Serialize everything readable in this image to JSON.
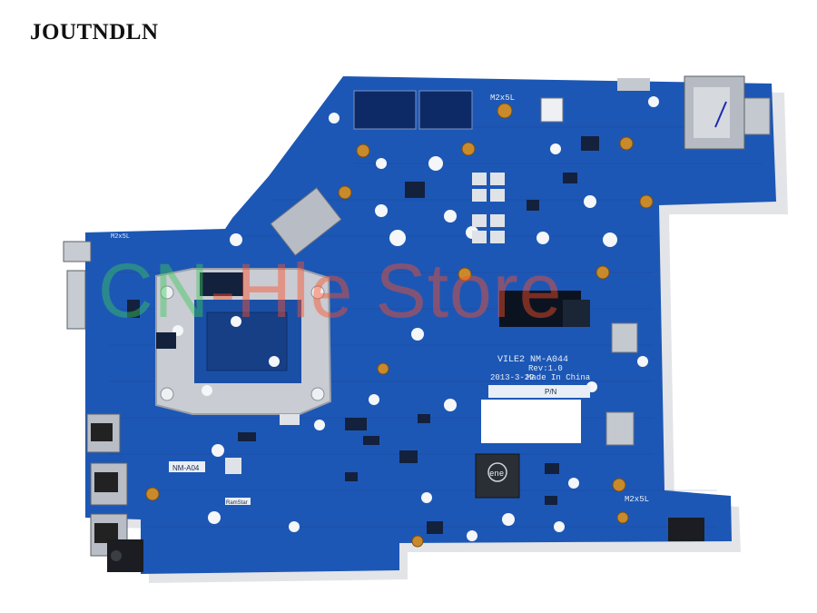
{
  "brand": {
    "name": "JOUTNDLN"
  },
  "watermark": {
    "part1": "CN",
    "part2": "-Hle Store"
  },
  "board": {
    "model": "VILE2 NM-A044",
    "revision": "Rev:1.0",
    "date": "2013-3-22",
    "origin": "Made In China",
    "pn_label": "P/N",
    "nm_label": "NM-A04",
    "chip_logo": "ene",
    "screw_top": "M2x5L",
    "screw_left": "M2x5L",
    "screw_right": "M2x5L",
    "maker_label": "RamStar"
  },
  "colors": {
    "pcb": "#1d57b5",
    "pcb_dark": "#174a9c",
    "metal": "#c9ccd3",
    "copper": "#c98a2b"
  }
}
